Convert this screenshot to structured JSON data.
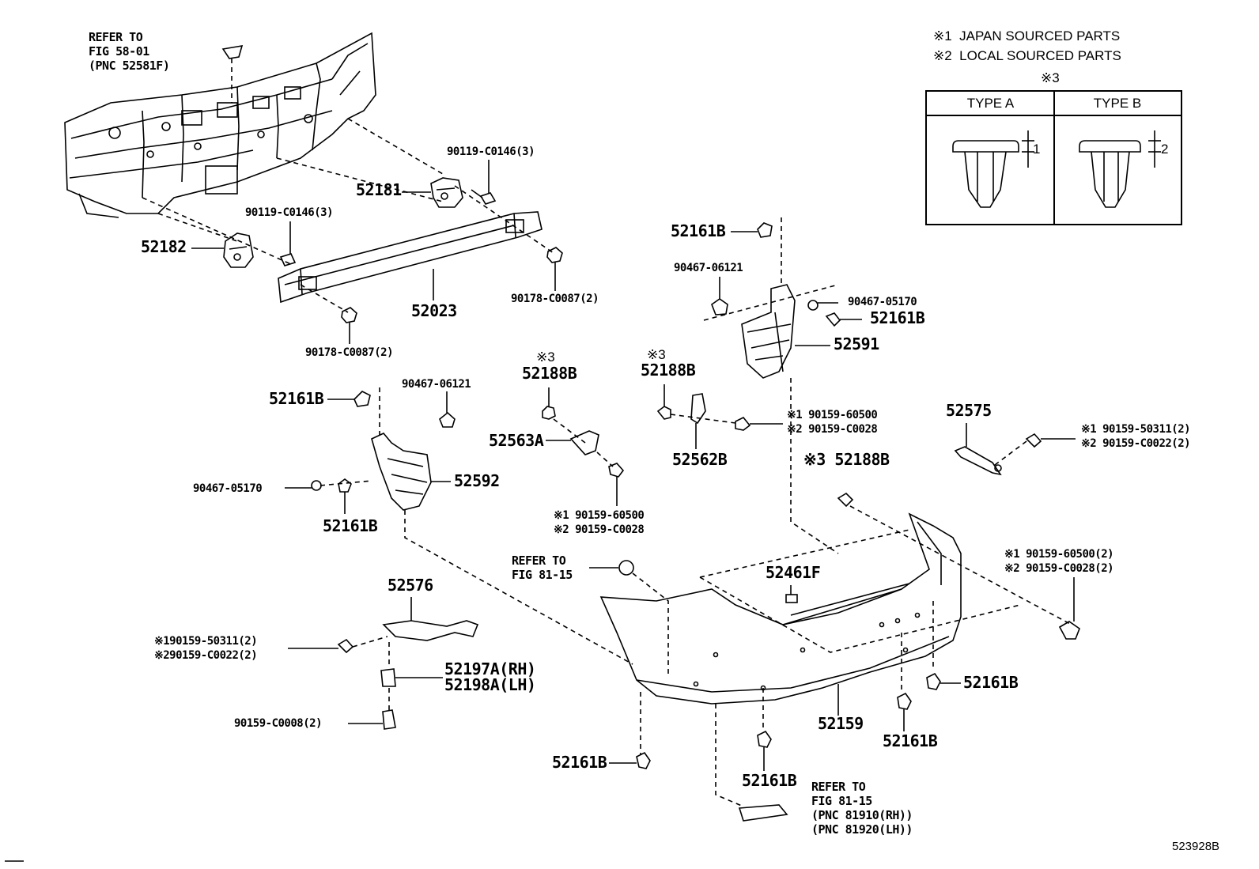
{
  "notes": {
    "n1": "※1  JAPAN SOURCED PARTS",
    "n2": "※2  LOCAL SOURCED PARTS",
    "n3": "※3"
  },
  "legend": {
    "type_a": "TYPE A",
    "type_b": "TYPE B",
    "dim_a": "1",
    "dim_b": "2"
  },
  "labels": {
    "refer_58": "REFER TO\nFIG 58-01\n(PNC 52581F)",
    "p_90119_top": "90119-C0146(3)",
    "p_52181": "52181",
    "p_90119_mid": "90119-C0146(3)",
    "p_52182": "52182",
    "p_52023": "52023",
    "p_90178_r": "90178-C0087(2)",
    "p_90178_l": "90178-C0087(2)",
    "p_52161b_1": "52161B",
    "p_90467_06121_r": "90467-06121",
    "p_90467_05170_r": "90467-05170",
    "p_52161b_2": "52161B",
    "p_52591": "52591",
    "p_ast3_a": "※3",
    "p_52188b_a": "52188B",
    "p_ast3_b": "※3",
    "p_52188b_b": "52188B",
    "p_52161b_3": "52161B",
    "p_90467_06121_l": "90467-06121",
    "p_52563a": "52563A",
    "p_90159_60500_a": "※1 90159-60500\n※2 90159-C0028",
    "p_52562b": "52562B",
    "p_52575": "52575",
    "p_90159_50311_r": "※1 90159-50311(2)\n※2 90159-C0022(2)",
    "p_52188b_c": "※3 52188B",
    "p_90467_05170_l": "90467-05170",
    "p_52592": "52592",
    "p_52161b_4": "52161B",
    "p_90159_60500_b": "※1 90159-60500\n※2 90159-C0028",
    "p_90159_60500_c": "※1 90159-60500(2)\n※2 90159-C0028(2)",
    "refer_81_a": "REFER TO\nFIG 81-15",
    "p_52461f": "52461F",
    "p_52576": "52576",
    "p_90159_50311_l": "※190159-50311(2)\n※290159-C0022(2)",
    "p_52197a": "52197A(RH)\n52198A(LH)",
    "p_90159_c0008": "90159-C0008(2)",
    "p_52161b_5": "52161B",
    "p_52159": "52159",
    "p_52161b_6": "52161B",
    "p_52161b_7": "52161B",
    "p_52161b_8": "52161B",
    "refer_81_b": "REFER TO\nFIG 81-15\n(PNC 81910(RH))\n(PNC 81920(LH))",
    "ref_code": "523928B"
  }
}
